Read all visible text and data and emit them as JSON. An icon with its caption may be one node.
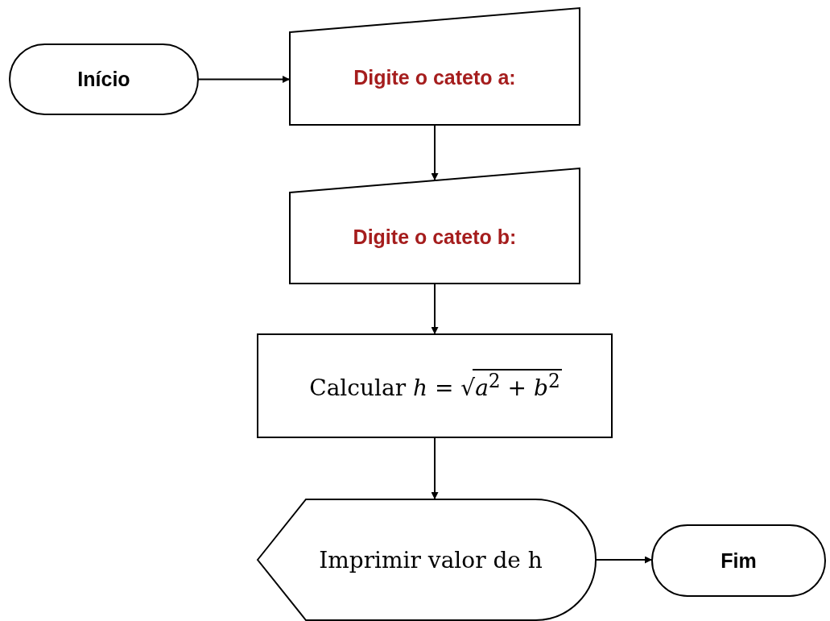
{
  "diagram": {
    "nodes": [
      {
        "text": [
          "Início"
        ]
      },
      {
        "text": [
          "Digite o cateto a:"
        ]
      },
      {
        "text": [
          "Digite o cateto b:"
        ]
      },
      {
        "text": [
          "Calcular *h* = √*a*$^{2}$ + *b*$^{2}$"
        ]
      },
      {
        "text": [
          "Imprimir valor de h"
        ]
      },
      {
        "text": [
          "Fim"
        ]
      }
    ],
    "edges": [
      {
        "from": 0,
        "to": 1,
        "arrow": "to"
      },
      {
        "from": 1,
        "to": 2,
        "arrow": "to"
      },
      {
        "from": 2,
        "to": 3,
        "arrow": "to"
      },
      {
        "from": 3,
        "to": 4,
        "arrow": "to"
      },
      {
        "from": 4,
        "to": 5,
        "arrow": "to"
      }
    ]
  }
}
